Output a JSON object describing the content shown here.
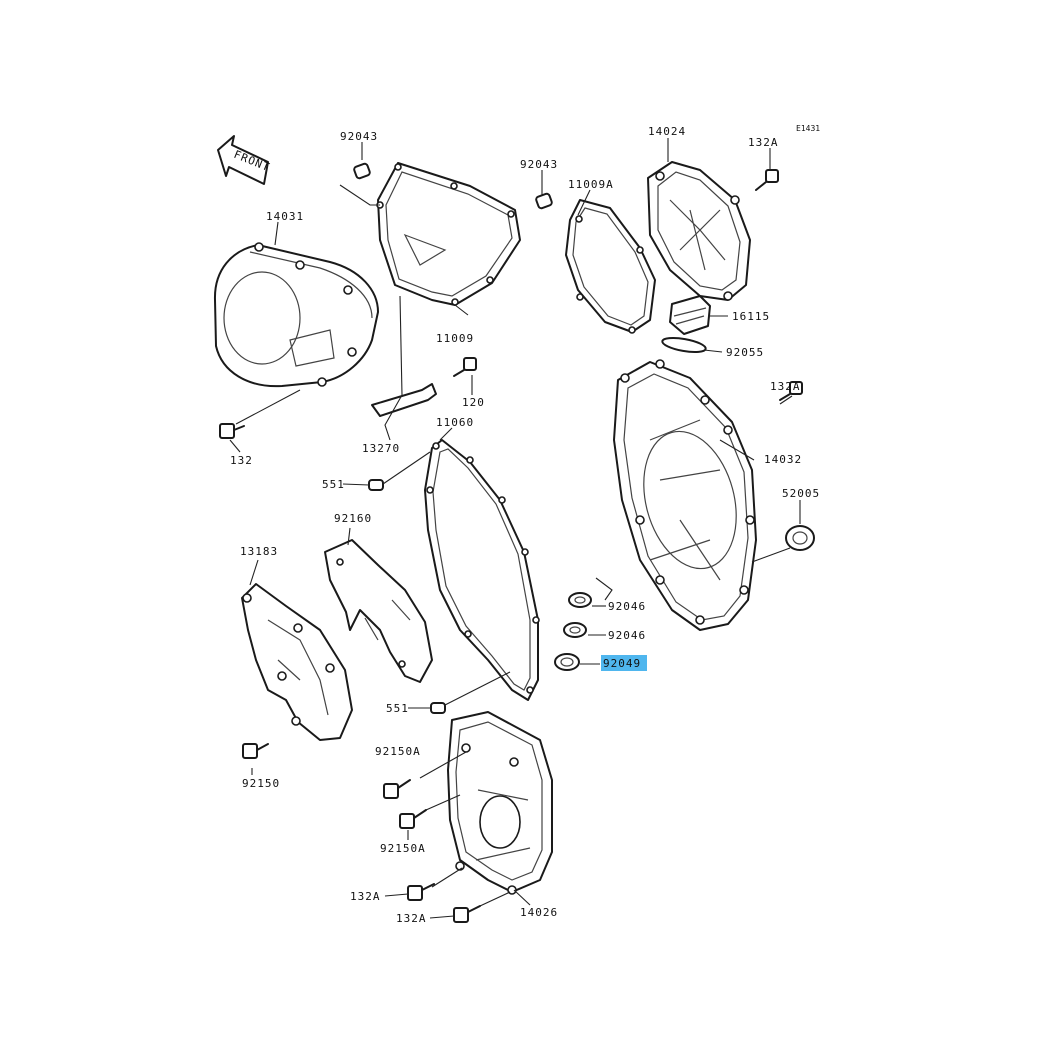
{
  "diagram": {
    "code": "E1431",
    "front_arrow": "FRONT",
    "highlight_color": "#4fb6ee",
    "labels": {
      "p92043a": "92043",
      "p92043b": "92043",
      "p14031": "14031",
      "p11009": "11009",
      "p11009a": "11009A",
      "p14024": "14024",
      "p132a_1": "132A",
      "p16115": "16115",
      "p92055": "92055",
      "p132a_2": "132A",
      "p120": "120",
      "p132": "132",
      "p13270": "13270",
      "p11060": "11060",
      "p14032": "14032",
      "p551a": "551",
      "p52005": "52005",
      "p92160": "92160",
      "p13183": "13183",
      "p92046a": "92046",
      "p92046b": "92046",
      "p92049": "92049",
      "p551b": "551",
      "p92150a_1": "92150A",
      "p92150": "92150",
      "p92150a_2": "92150A",
      "p132a_3": "132A",
      "p132a_4": "132A",
      "p14026": "14026"
    }
  }
}
